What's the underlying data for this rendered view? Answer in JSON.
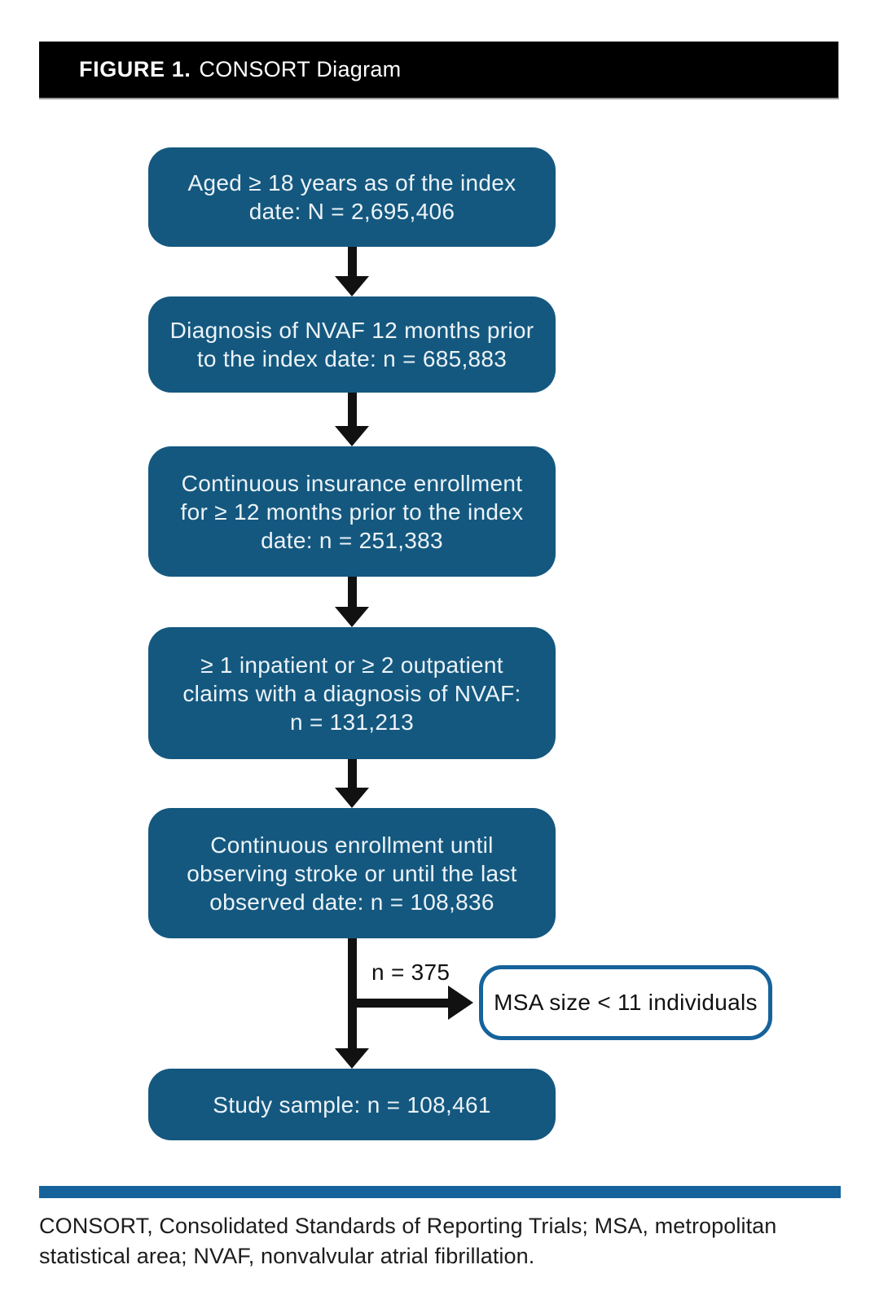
{
  "header": {
    "label": "FIGURE 1.",
    "title": "CONSORT Diagram"
  },
  "flowchart": {
    "boxes": [
      {
        "lines": [
          "Aged ≥ 18 years as of the index",
          "date: N = 2,695,406"
        ]
      },
      {
        "lines": [
          "Diagnosis of NVAF 12 months prior",
          "to the index date: n = 685,883"
        ]
      },
      {
        "lines": [
          "Continuous insurance enrollment",
          "for ≥ 12 months prior to the index",
          "date: n = 251,383"
        ]
      },
      {
        "lines": [
          "≥ 1 inpatient or ≥ 2 outpatient",
          "claims with a diagnosis of NVAF:",
          "n = 131,213"
        ]
      },
      {
        "lines": [
          "Continuous enrollment until",
          "observing stroke or until the last",
          "observed date: n = 108,836"
        ]
      },
      {
        "lines": [
          "Study sample: n = 108,461"
        ]
      }
    ],
    "exclusion_branch": {
      "label": "n = 375",
      "box_text": "MSA size < 11 individuals"
    }
  },
  "footnote": "CONSORT, Consolidated Standards of Reporting Trials; MSA, metropolitan statistical area; NVAF, nonvalvular atrial fibrillation.",
  "colors": {
    "box_fill": "#14587F",
    "accent_blue": "#16629B",
    "header_bg": "#000000",
    "arrow_black": "#111111"
  }
}
